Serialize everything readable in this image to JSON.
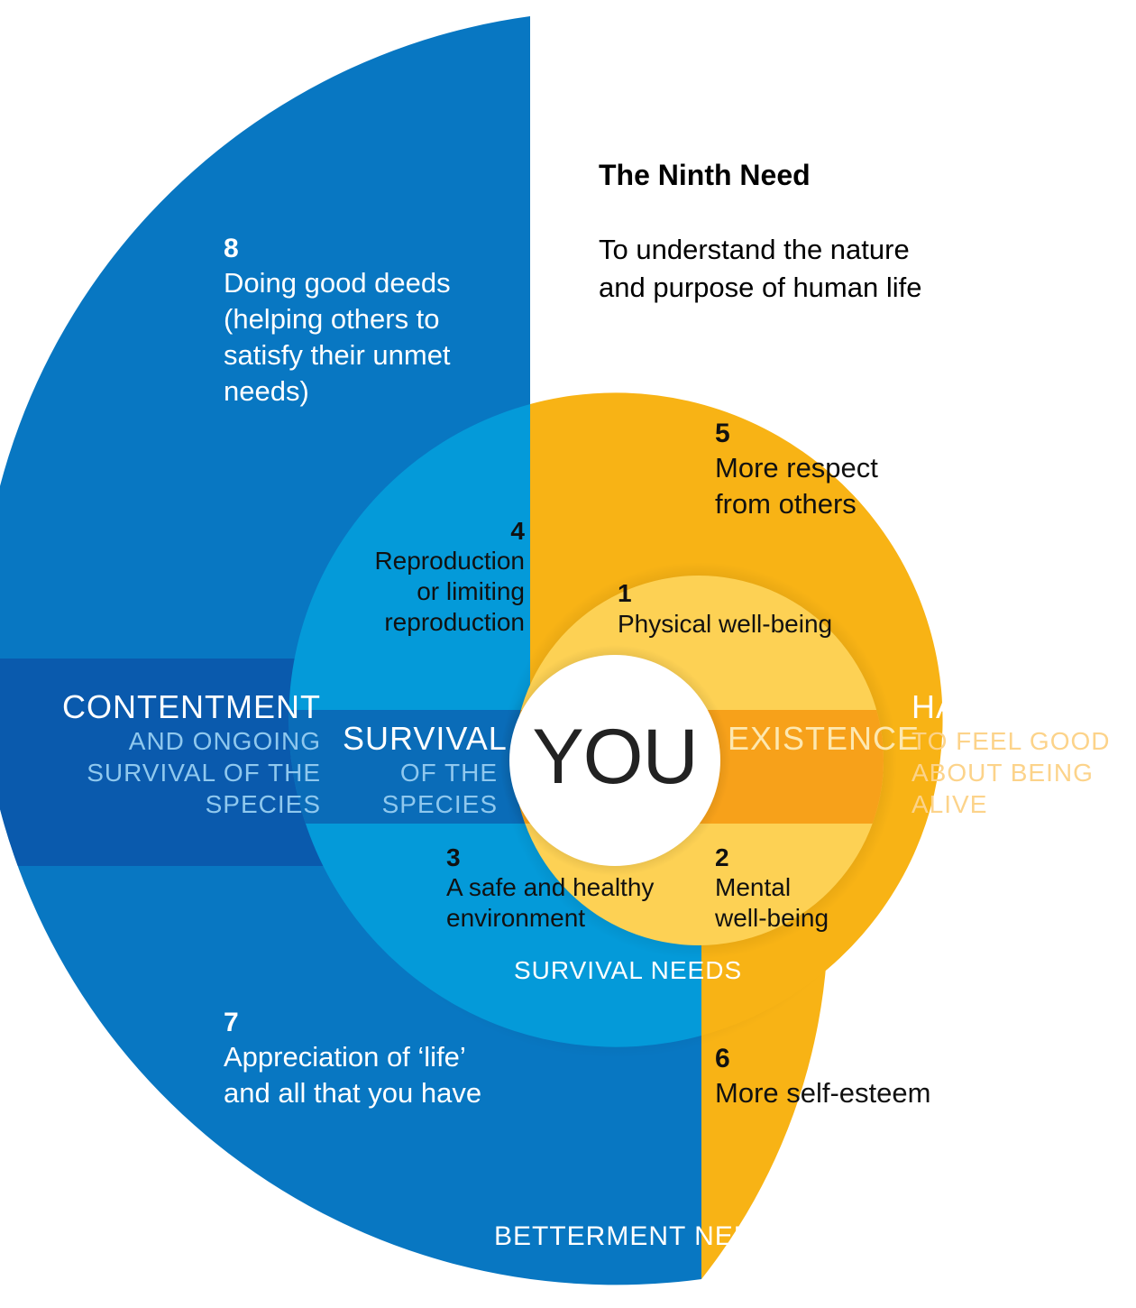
{
  "ninth": {
    "title": "The Ninth Need",
    "text_line1": "To understand the nature",
    "text_line2": "and purpose of human life"
  },
  "needs": {
    "n1": {
      "number": "1",
      "line1": "Physical well-being"
    },
    "n2": {
      "number": "2",
      "line1": "Mental",
      "line2": "well-being"
    },
    "n3": {
      "number": "3",
      "line1": "A safe and healthy",
      "line2": "environment"
    },
    "n4": {
      "number": "4",
      "line1": "Reproduction",
      "line2": "or limiting",
      "line3": "reproduction"
    },
    "n5": {
      "number": "5",
      "line1": "More respect",
      "line2": "from others"
    },
    "n6": {
      "number": "6",
      "line1": "More self-esteem"
    },
    "n7": {
      "number": "7",
      "line1": "Appreciation of ‘life’",
      "line2": "and all that you have"
    },
    "n8": {
      "number": "8",
      "line1": "Doing good deeds",
      "line2": "(helping others to",
      "line3": "satisfy their unmet",
      "line4": "needs)"
    }
  },
  "center": {
    "label": "YOU"
  },
  "bands": {
    "contentment": {
      "title": "CONTENTMENT",
      "line1": "AND ONGOING",
      "line2": "SURVIVAL OF THE",
      "line3": "SPECIES"
    },
    "survival": {
      "title": "SURVIVAL",
      "line1": "OF THE",
      "line2": "SPECIES"
    },
    "existence": {
      "title": "EXISTENCE"
    },
    "happiness": {
      "title": "HAPPINESS",
      "line1": "TO FEEL GOOD",
      "line2": "ABOUT BEING",
      "line3": "ALIVE"
    }
  },
  "rings": {
    "survival_needs": "SURVIVAL NEEDS",
    "betterment_needs": "BETTERMENT NEEDS"
  },
  "colors": {
    "outer_blue": "#0877c2",
    "band_blue": "#0a5aad",
    "mid_blue": "#049ad9",
    "survival_band": "#0a72bf",
    "outer_yellow": "#f8b315",
    "band_orange": "#f59421",
    "inner_yellow": "#fdd154",
    "existence_band": "#f7a11a",
    "light_blue_text": "#8fc8ee",
    "light_orange_text": "#fcd38a"
  }
}
